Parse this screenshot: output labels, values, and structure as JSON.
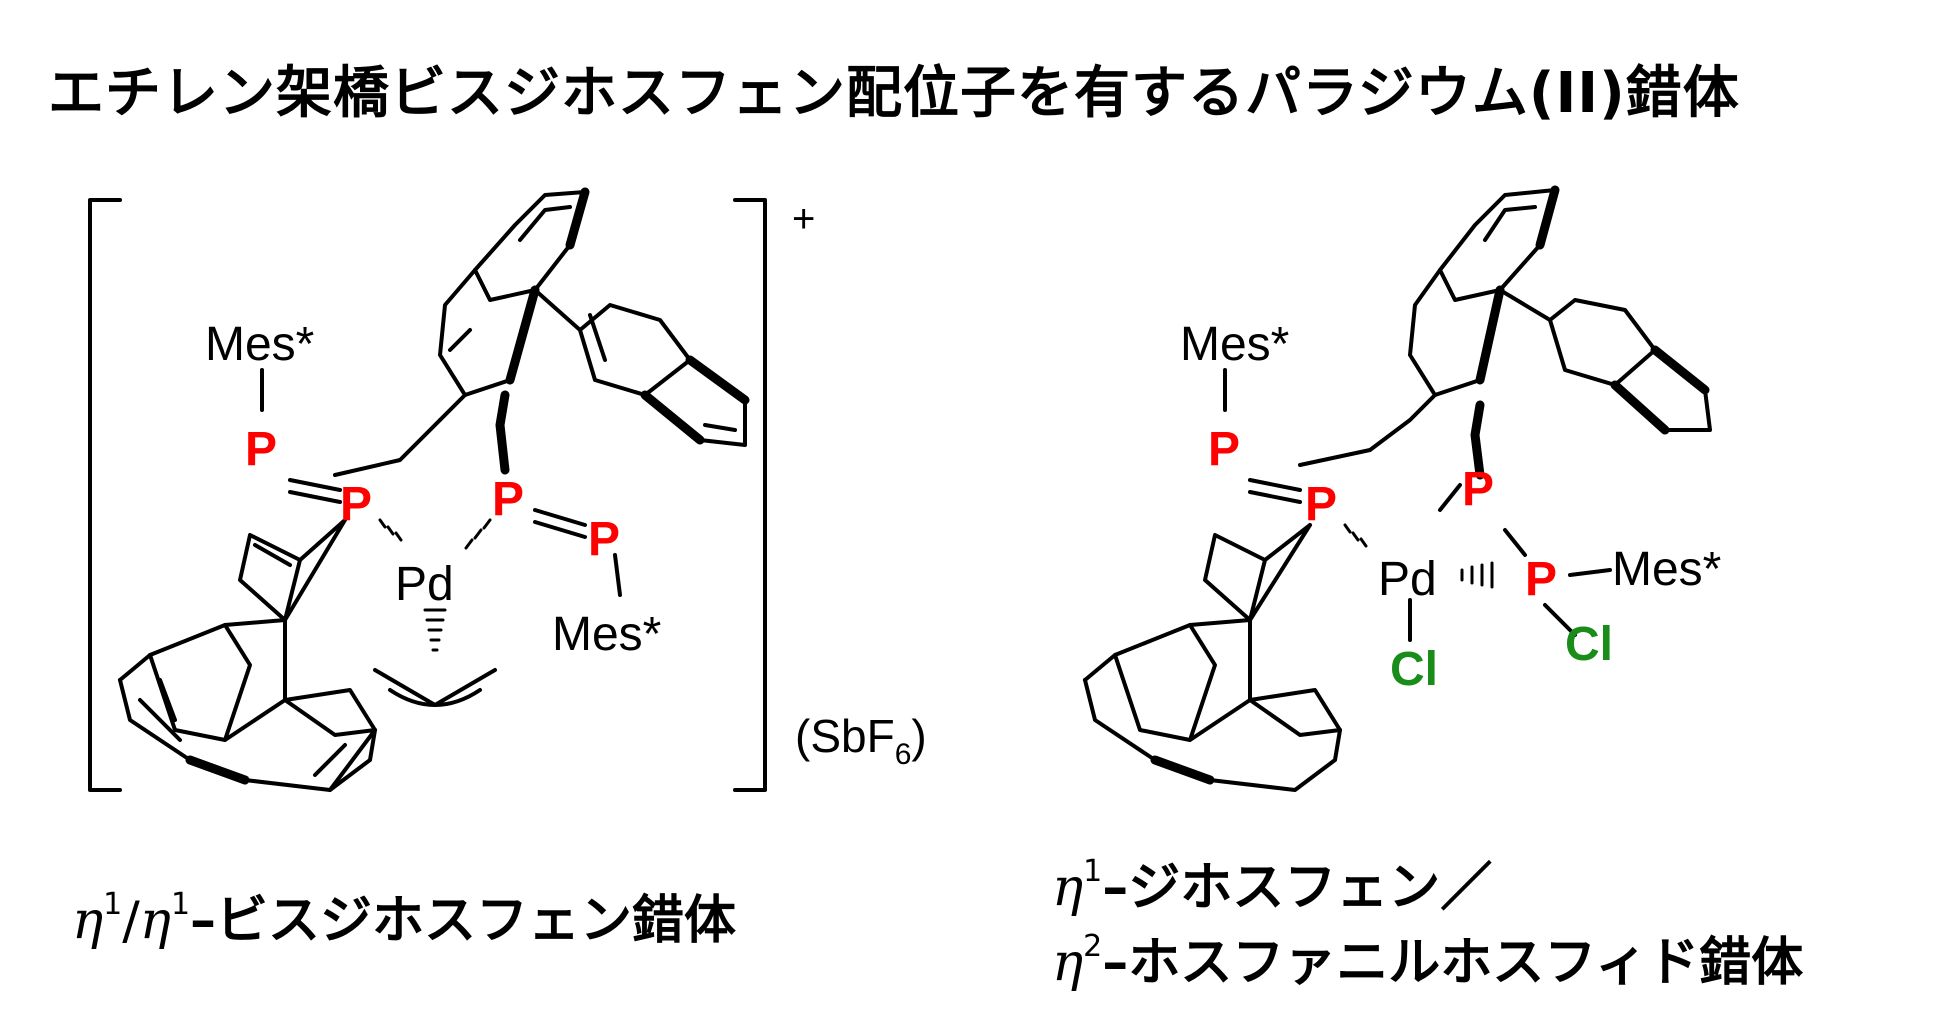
{
  "title": "エチレン架橋ビスジホスフェン配位子を有するパラジウム(II)錯体",
  "colors": {
    "phosphorus": "#ff0000",
    "chlorine": "#1a8c1a",
    "bond": "#000000"
  },
  "left": {
    "atoms": {
      "p_top": "P",
      "p_mid": "P",
      "p_right1": "P",
      "p_right2": "P",
      "pd": "Pd",
      "mes_top": "Mes*",
      "mes_right": "Mes*"
    },
    "charge": "+",
    "counterion_prefix": "(SbF",
    "counterion_sub": "6",
    "counterion_suffix": ")",
    "caption": {
      "eta": "η",
      "sup1": "1",
      "slash": "/",
      "sup2": "1",
      "text": "–ビスジホスフェン錯体"
    }
  },
  "right": {
    "atoms": {
      "p_top": "P",
      "p_mid": "P",
      "p_right_top": "P",
      "p_right_low": "P",
      "pd": "Pd",
      "cl_pd": "Cl",
      "cl_p": "Cl",
      "mes_top": "Mes*",
      "mes_right": "Mes*"
    },
    "caption": {
      "line1_eta": "η",
      "line1_sup": "1",
      "line1_text": "–ジホスフェン／",
      "line2_eta": "η",
      "line2_sup": "2",
      "line2_text": "–ホスファニルホスフィド錯体"
    }
  }
}
